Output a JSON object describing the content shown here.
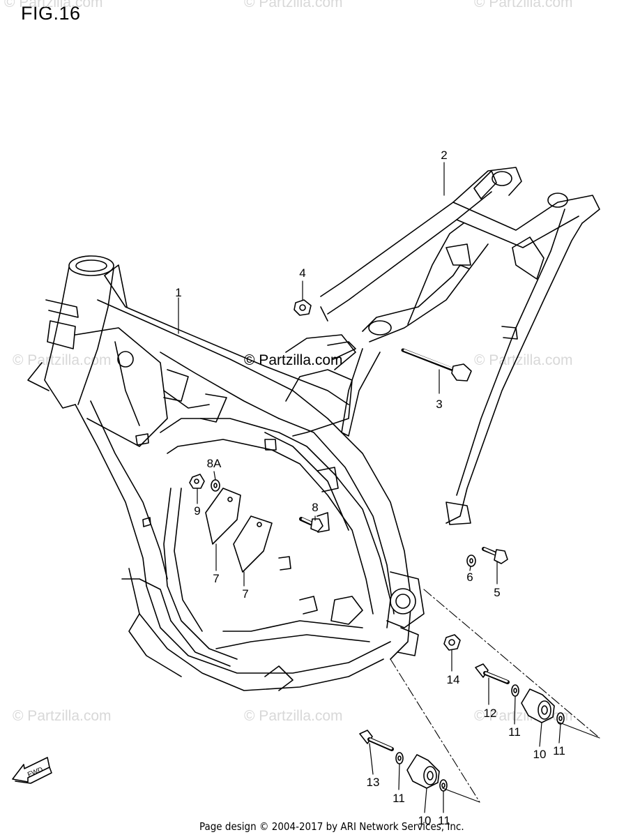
{
  "figure": {
    "title": "FIG.16"
  },
  "watermark": {
    "text": "© Partzilla.com"
  },
  "footer": {
    "text": "Page design © 2004-2017 by ARI Network Services, Inc."
  },
  "fwd_arrow": {
    "label": "FWD"
  },
  "callouts": [
    {
      "id": "c1",
      "label": "1"
    },
    {
      "id": "c2",
      "label": "2"
    },
    {
      "id": "c3",
      "label": "3"
    },
    {
      "id": "c4",
      "label": "4"
    },
    {
      "id": "c5",
      "label": "5"
    },
    {
      "id": "c6",
      "label": "6"
    },
    {
      "id": "c7a",
      "label": "7"
    },
    {
      "id": "c7b",
      "label": "7"
    },
    {
      "id": "c8",
      "label": "8"
    },
    {
      "id": "c8a",
      "label": "8A"
    },
    {
      "id": "c9",
      "label": "9"
    },
    {
      "id": "c10a",
      "label": "10"
    },
    {
      "id": "c10b",
      "label": "10"
    },
    {
      "id": "c11a",
      "label": "11"
    },
    {
      "id": "c11b",
      "label": "11"
    },
    {
      "id": "c11c",
      "label": "11"
    },
    {
      "id": "c11d",
      "label": "11"
    },
    {
      "id": "c12",
      "label": "12"
    },
    {
      "id": "c13",
      "label": "13"
    },
    {
      "id": "c14",
      "label": "14"
    }
  ]
}
